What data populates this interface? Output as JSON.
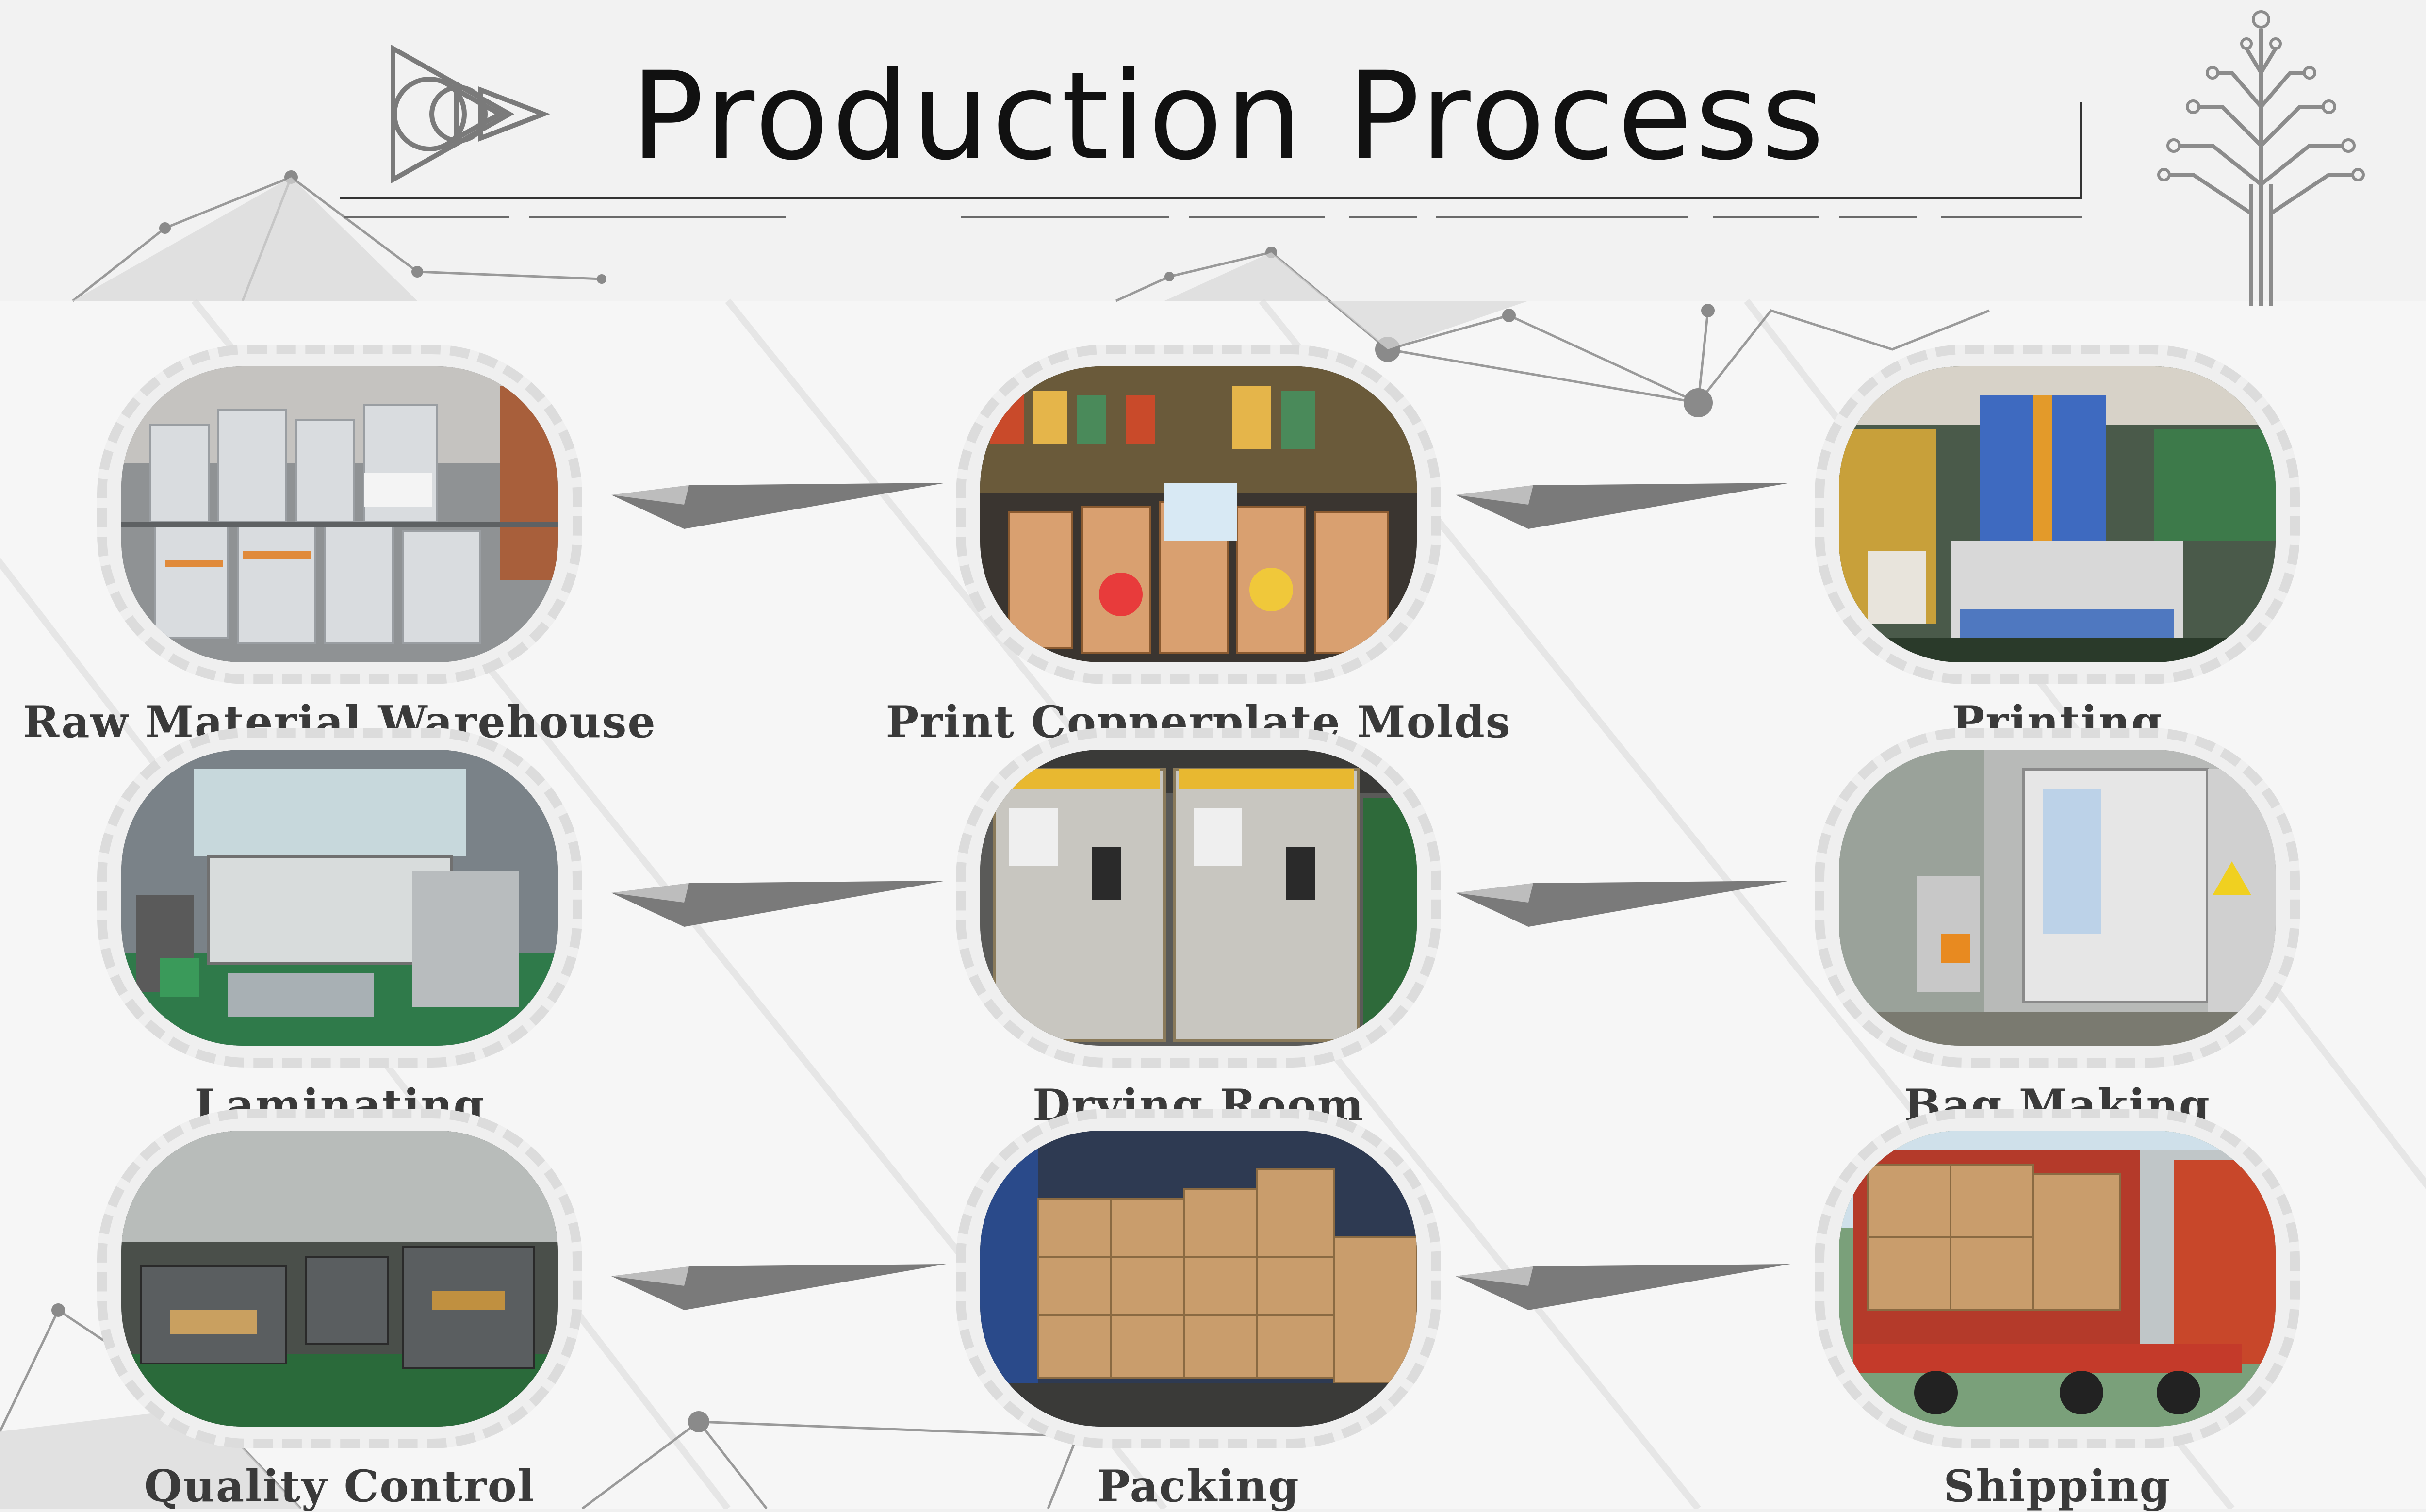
{
  "page": {
    "title": "Production Process"
  },
  "icons": {
    "logo": "triangle-circle-logo-icon",
    "tree": "circuit-tree-icon",
    "arrow": "connector-arrow-icon"
  },
  "colors": {
    "background": "#f0f0f0",
    "title_text": "#111111",
    "label_text": "#3a3a3a",
    "frame_dash": "#dcdcdc"
  },
  "steps": [
    {
      "label": "Raw Material Warehouse",
      "photo": "warehouse-rolls-photo"
    },
    {
      "label": "Print Copperplate Molds",
      "photo": "copperplate-molds-photo"
    },
    {
      "label": "Printing",
      "photo": "printing-machine-photo"
    },
    {
      "label": "Laminating",
      "photo": "laminating-machine-photo"
    },
    {
      "label": "Drying Room",
      "photo": "drying-room-photo"
    },
    {
      "label": "Bag Making",
      "photo": "bag-making-machine-photo"
    },
    {
      "label": "Quality Control",
      "photo": "quality-control-photo"
    },
    {
      "label": "Packing",
      "photo": "packing-boxes-photo"
    },
    {
      "label": "Shipping",
      "photo": "shipping-container-photo"
    }
  ]
}
